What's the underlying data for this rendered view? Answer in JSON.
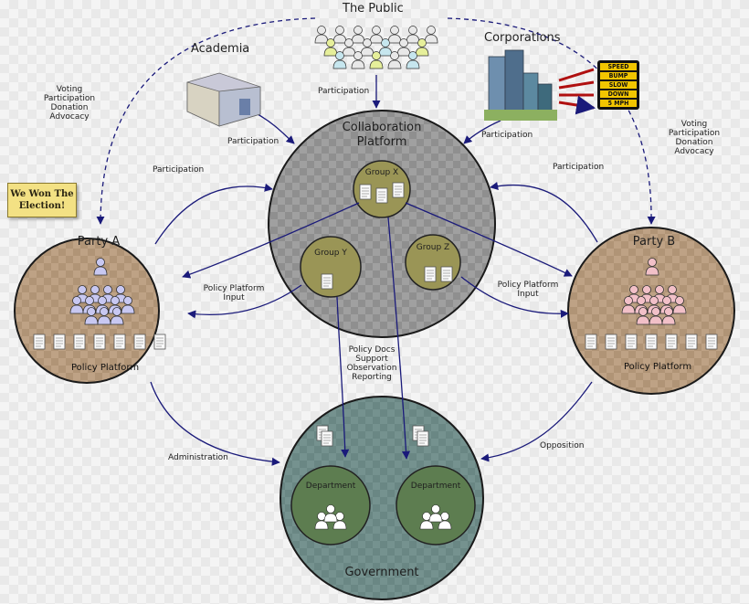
{
  "nodes": {
    "public": "The Public",
    "academia": "Academia",
    "corporations": "Corporations",
    "collab_line1": "Collaboration",
    "collab_line2": "Platform",
    "group_x": "Group X",
    "group_y": "Group Y",
    "group_z": "Group Z",
    "party_a": "Party A",
    "party_b": "Party B",
    "policy_platform_a": "Policy Platform",
    "policy_platform_b": "Policy Platform",
    "government": "Government",
    "department_1": "Department",
    "department_2": "Department"
  },
  "sign": {
    "line1": "We Won The",
    "line2": "Election!"
  },
  "road_sign": {
    "line1": "SPEED",
    "line2": "BUMP",
    "line3": "SLOW",
    "line4": "DOWN",
    "line5": "5 MPH"
  },
  "edges": {
    "participation_public": "Participation",
    "participation_academia": "Participation",
    "participation_corporations": "Participation",
    "participation_party_a": "Participation",
    "participation_party_b": "Participation",
    "left_voting": [
      "Voting",
      "Participation",
      "Donation",
      "Advocacy"
    ],
    "right_voting": [
      "Voting",
      "Participation",
      "Donation",
      "Advocacy"
    ],
    "policy_input_a": [
      "Policy Platform",
      "Input"
    ],
    "policy_input_b": [
      "Policy Platform",
      "Input"
    ],
    "policy_docs": [
      "Policy Docs",
      "Support",
      "Observation",
      "Reporting"
    ],
    "administration": "Administration",
    "opposition": "Opposition"
  },
  "colors": {
    "arrow": "#1a1a7a",
    "collab_fill": "#9a9a9a",
    "party_fill": "#b89c7e",
    "gov_fill": "#6f8f8f",
    "group_fill": "#9a9556",
    "dept_fill": "#5d7d50"
  }
}
